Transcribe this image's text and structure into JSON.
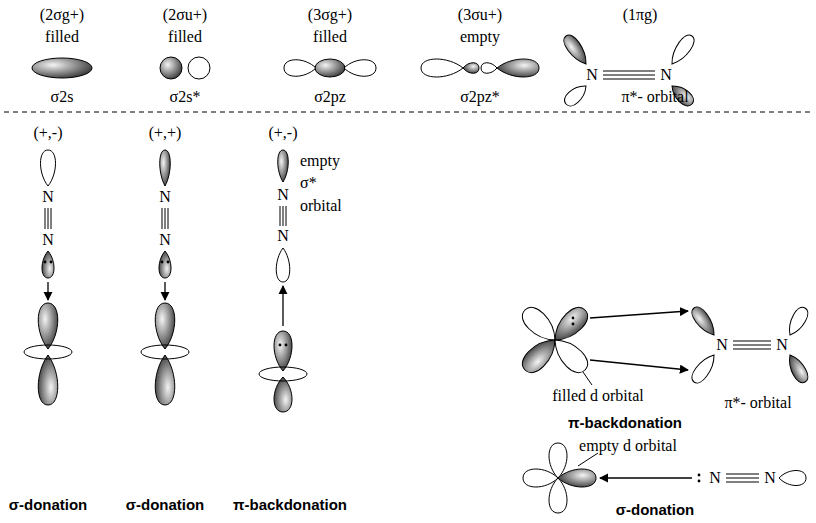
{
  "diagram": {
    "labels": [
      "(2σg+)",
      "filled",
      "σ2s",
      "(2σu+)",
      "filled",
      "σ2s*",
      "(3σg+)",
      "filled",
      "σ2pz",
      "(3σu+)",
      "empty",
      "σ2pz*",
      "(1πg)",
      "N",
      "N",
      "π*- orbital",
      "(+,-)",
      "N",
      "N",
      "σ-donation",
      "(+,+)",
      "N",
      "N",
      "σ-donation",
      "(+,-)",
      "empty σ* orbital",
      "N",
      "N",
      "π-backdonation",
      "filled d orbital",
      "N",
      "N",
      "π*- orbital",
      "π-backdonation",
      "empty d orbital",
      "N",
      "N",
      "σ-donation"
    ]
  }
}
